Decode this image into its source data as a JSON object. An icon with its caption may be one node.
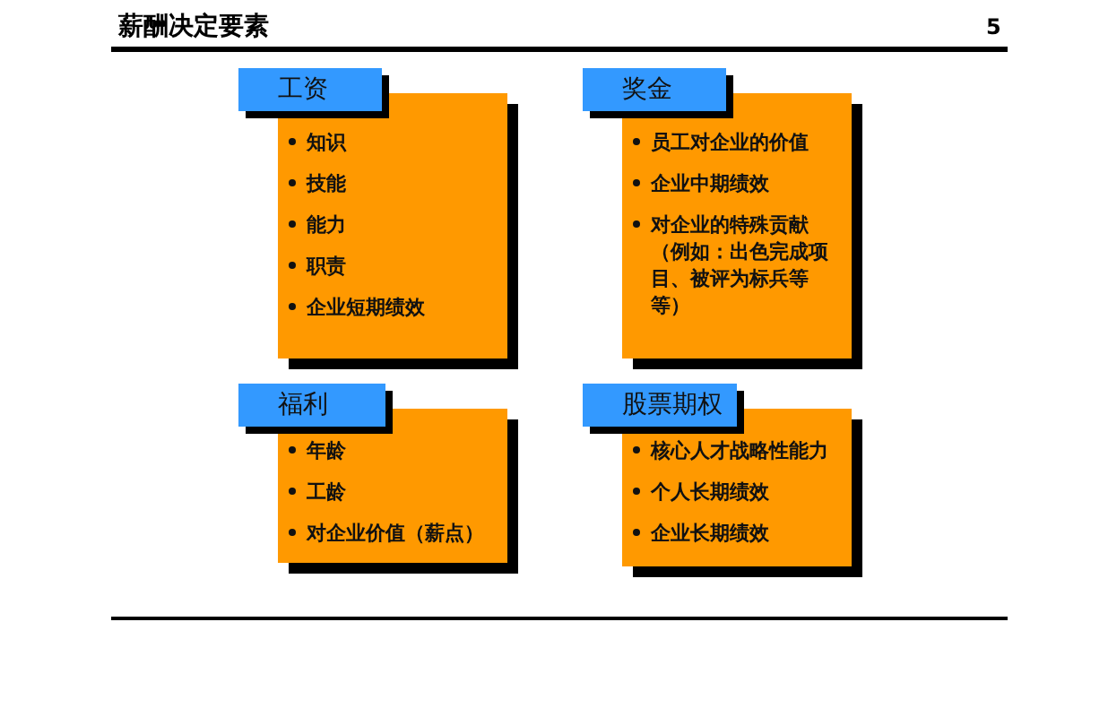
{
  "diagram": {
    "title": "薪酬决定要素",
    "nodes": [
      {
        "text": [
          "工资",
          "知识",
          "技能",
          "能力",
          "职责",
          "企业短期绩效"
        ]
      },
      {
        "text": [
          "奖金",
          "员工对企业的价值",
          "企业中期绩效",
          "对企业的特殊贡献（例如：出色完成项目、被评为标兵等等）"
        ]
      },
      {
        "text": [
          "福利",
          "年龄",
          "工龄",
          "对企业价值（薪点）"
        ]
      },
      {
        "text": [
          "股票期权",
          "核心人才战略性能力",
          "个人长期绩效",
          "企业长期绩效"
        ]
      }
    ],
    "labels": [
      "5"
    ]
  }
}
